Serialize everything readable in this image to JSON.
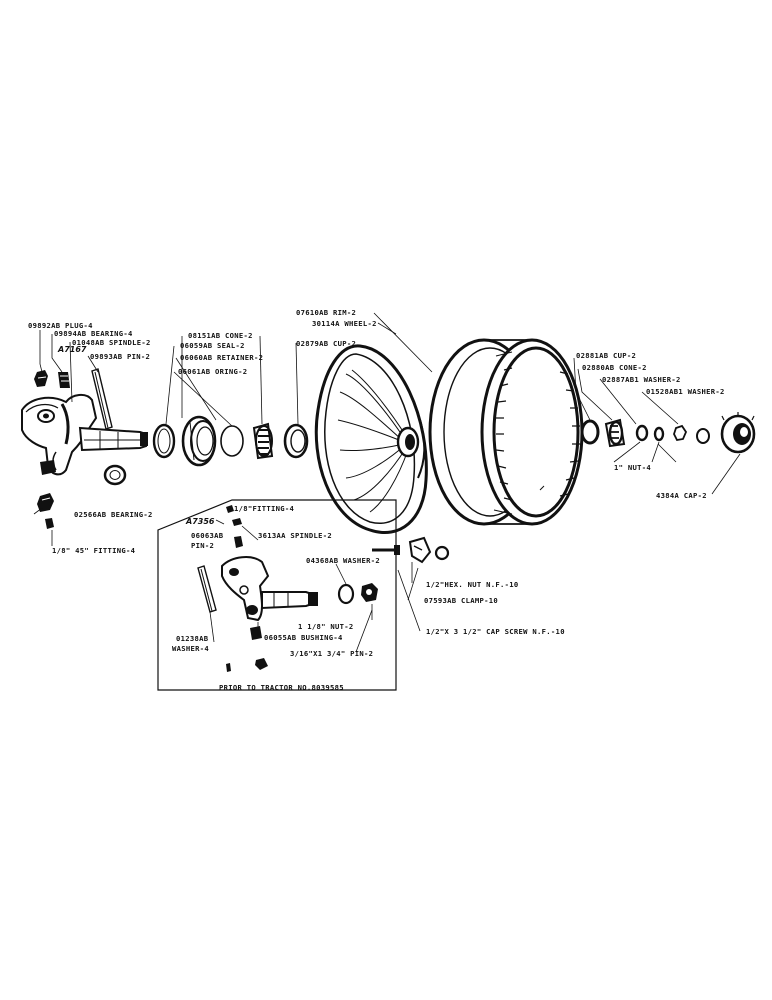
{
  "labels": {
    "plug": "09892AB PLUG-4",
    "bearing_a": "09894AB BEARING-4",
    "stamp_upper": "A7167",
    "spindle_a": "01048AB SPINDLE-2",
    "pin_a": "09893AB PIN-2",
    "cone_a": "08151AB CONE-2",
    "seal": "06059AB SEAL-2",
    "retainer": "06060AB RETAINER-2",
    "oring": "06061AB ORING-2",
    "cup_a": "02879AB CUP-2",
    "rim": "07610AB RIM-2",
    "wheel": "30114A WHEEL-2",
    "cup_b": "02881AB CUP-2",
    "cone_b": "02880AB CONE-2",
    "washer_a": "02887AB1 WASHER-2",
    "washer_b": "01528AB1 WASHER-2",
    "nut_1": "1\" NUT-4",
    "cap": "4384A CAP-2",
    "bearing_b": "02566AB BEARING-2",
    "fitting_45": "1/8\" 45\" FITTING-4",
    "fitting_inset": "1/8\"FITTING-4",
    "stamp_inset": "A7356",
    "pin_b_1": "06063AB",
    "pin_b_2": "PIN-2",
    "spindle_b": "3613AA SPINDLE-2",
    "washer_c": "04368AB WASHER-2",
    "washer_d_1": "01238AB",
    "washer_d_2": "WASHER-4",
    "bushing": "06055AB BUSHING-4",
    "nut_b": "1 1/8\" NUT-2",
    "pin_c": "3/16\"X1 3/4\" PIN-2",
    "hex_nut": "1/2\"HEX. NUT N.F.-10",
    "clamp": "07593AB CLAMP-10",
    "cap_screw": "1/2\"X 3 1/2\" CAP SCREW N.F.-10",
    "prior": "PRIOR TO TRACTOR NO.8039585"
  },
  "colors": {
    "ink": "#111111",
    "paper": "#ffffff"
  }
}
